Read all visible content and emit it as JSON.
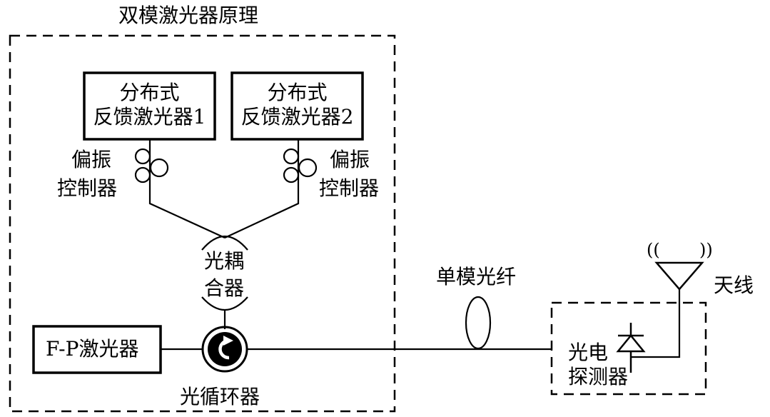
{
  "title": "双模激光器原理",
  "dfb1": {
    "line1": "分布式",
    "line2": "反馈激光器1"
  },
  "dfb2": {
    "line1": "分布式",
    "line2": "反馈激光器2"
  },
  "pc_left": {
    "line1": "偏振",
    "line2": "控制器"
  },
  "pc_right": {
    "line1": "偏振",
    "line2": "控制器"
  },
  "coupler": {
    "line1": "光耦",
    "line2": "合器"
  },
  "fp_laser": "F-P激光器",
  "circulator": "光循环器",
  "fiber": "单模光纤",
  "photodetector": {
    "line1": "光电",
    "line2": "探测器"
  },
  "antenna": "天线",
  "antenna_waves": {
    "left": "((",
    "right": "))"
  }
}
